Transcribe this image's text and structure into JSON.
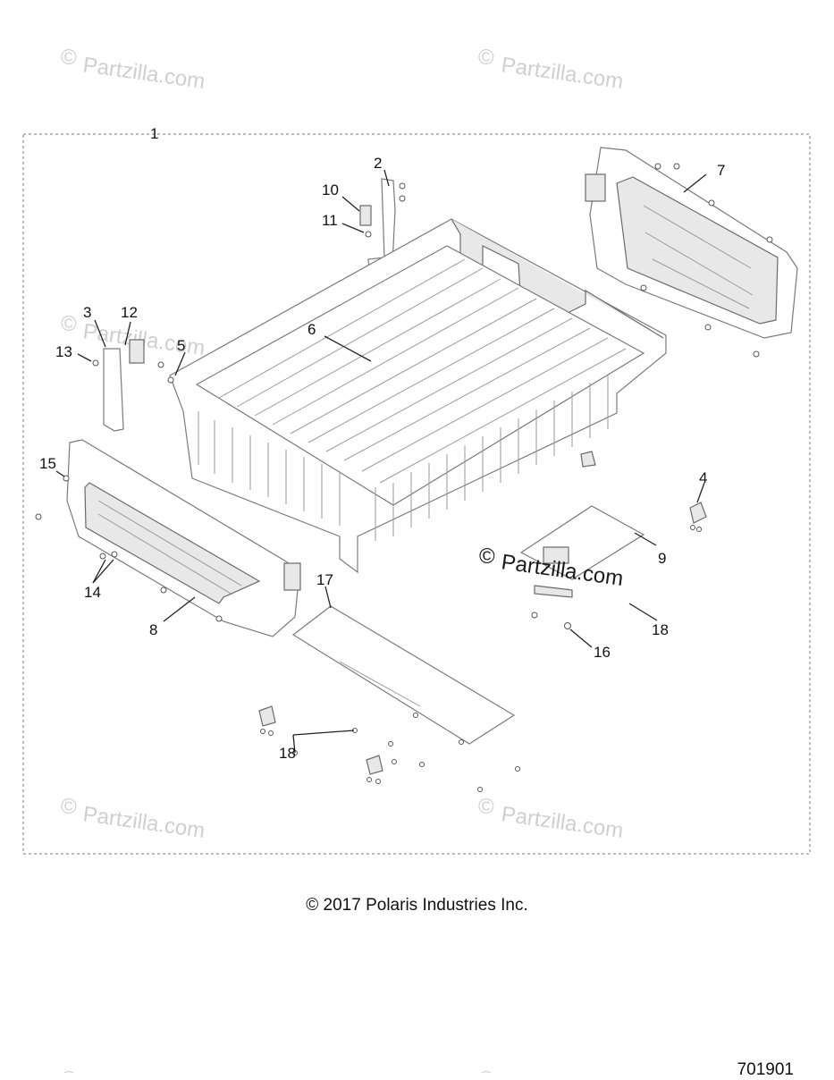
{
  "watermark": {
    "symbol": "©",
    "text": "Partzilla.com",
    "faint_color": "#cfcfcf",
    "strong_color": "#1a1a1a"
  },
  "callouts": [
    "1",
    "2",
    "3",
    "4",
    "5",
    "6",
    "7",
    "8",
    "9",
    "10",
    "11",
    "12",
    "13",
    "14",
    "15",
    "16",
    "17",
    "18",
    "18"
  ],
  "copyright": "© 2017 Polaris Industries Inc.",
  "diagram_id": "701901"
}
